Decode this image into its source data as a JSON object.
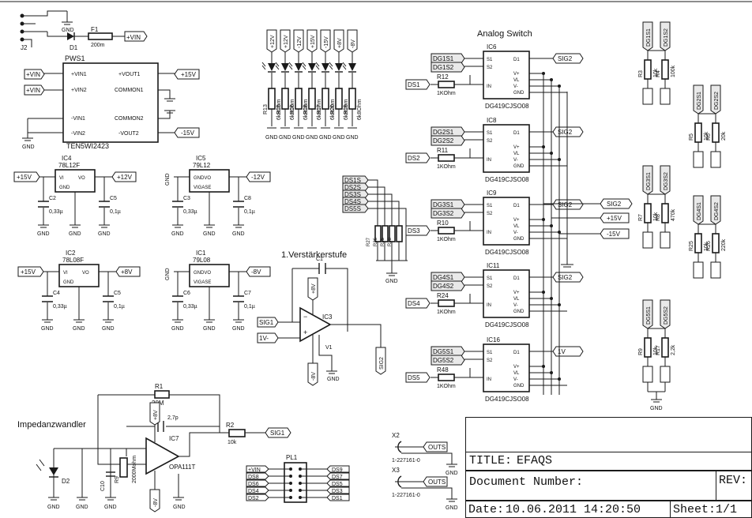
{
  "headings": {
    "analog_switch": "Analog Switch",
    "verstaerker": "1.Verstärkerstufe",
    "impedanz": "Impedanzwandler"
  },
  "title_block": {
    "title_label": "TITLE:",
    "title_value": "EFAQS",
    "docnum_label": "Document Number:",
    "rev_label": "REV:",
    "date_label": "Date:",
    "date_value": "10.06.2011 14:20:50",
    "sheet_label": "Sheet:",
    "sheet_value": "1/1"
  },
  "power": {
    "connector": "J2",
    "diode": "D1",
    "fuse": "F1",
    "fuse_value": "200m",
    "converter_ref": "PWS1",
    "converter_part": "TEN5WI2423",
    "conv_pins_left": [
      "+VIN1",
      "+VIN2",
      "-VIN1",
      "-VIN2"
    ],
    "conv_pins_right": [
      "+VOUT1",
      "COMMON1",
      "COMMON2",
      "-VOUT2"
    ],
    "in_flags": [
      "+VIN",
      "+VIN"
    ],
    "out_flags": [
      "+15V",
      "-15V"
    ],
    "vin_flag": "+VIN"
  },
  "regulators": [
    {
      "ref": "IC4",
      "part": "78L12F",
      "pins": [
        "VI",
        "VO",
        "GND"
      ],
      "in": "+15V",
      "out": "+12V",
      "c1": "C2",
      "c1v": "0,33µ",
      "c2": "C5",
      "c2v": "0,1µ"
    },
    {
      "ref": "IC5",
      "part": "79L12",
      "pins": [
        "GNDVO",
        "VIGASE"
      ],
      "in": "",
      "out": "-12V",
      "c1": "C3",
      "c1v": "0,33µ",
      "c2": "C8",
      "c2v": "0,1µ"
    },
    {
      "ref": "IC2",
      "part": "78L08F",
      "pins": [
        "VI",
        "VO",
        "GND"
      ],
      "in": "+15V",
      "out": "+8V",
      "c1": "C4",
      "c1v": "0,33µ",
      "c2": "C5",
      "c2v": "0,1µ"
    },
    {
      "ref": "IC1",
      "part": "79L08",
      "pins": [
        "GNDVO",
        "VIGASE"
      ],
      "in": "",
      "out": "-8V",
      "c1": "C6",
      "c1v": "0,33µ",
      "c2": "C7",
      "c2v": "0,1µ"
    }
  ],
  "leds": {
    "rails": [
      "+12V",
      "+12V",
      "-12V",
      "+15V",
      "-15V",
      "+8V",
      "-8V"
    ],
    "resistors": [
      "R13",
      "R15",
      "R16",
      "R18",
      "R17",
      "R20",
      "R19"
    ],
    "value": "6k8Ohm"
  },
  "switches": [
    {
      "ref": "IC6",
      "s1": "DG1S1",
      "s2": "DG1S2",
      "in": "DS1",
      "r": "R12",
      "out": "SIG2"
    },
    {
      "ref": "IC8",
      "s1": "DG2S1",
      "s2": "DG2S2",
      "in": "DS2",
      "r": "R11",
      "out": "SIG2"
    },
    {
      "ref": "IC9",
      "s1": "DG3S1",
      "s2": "DG3S2",
      "in": "DS3",
      "r": "R10",
      "out": "SIG2"
    },
    {
      "ref": "IC11",
      "s1": "DG4S1",
      "s2": "DG4S2",
      "in": "DS4",
      "r": "R24",
      "out": "SIG2"
    },
    {
      "ref": "IC16",
      "s1": "DG5S1",
      "s2": "DG5S2",
      "in": "DS5",
      "r": "R48",
      "out": "1V"
    }
  ],
  "switch_common": {
    "part": "DG419CJSO08",
    "pins_left": [
      "S1",
      "S2",
      "IN"
    ],
    "pins_right": [
      "D1",
      "V+",
      "VL",
      "V-",
      "GND"
    ],
    "r_value": "1KOhm"
  },
  "ds_bus": [
    "DS1S",
    "DS2S",
    "DS3S",
    "DS4S",
    "DS5S"
  ],
  "pullups": [
    "R27",
    "R26",
    "R25",
    "R28"
  ],
  "rail_flags": [
    "SIG2",
    "+15V",
    "-15V"
  ],
  "dividers": [
    {
      "s1": "DG1S1",
      "s2": "DG1S2",
      "r1": "R3",
      "r1v": "10k",
      "r2": "R4",
      "r2v": "100k"
    },
    {
      "s1": "DG2S1",
      "s2": "DG2S2",
      "r1": "R5",
      "r1v": "10k",
      "r2": "R6",
      "r2v": "20k"
    },
    {
      "s1": "DG3S1",
      "s2": "DG3S2",
      "r1": "R7",
      "r1v": "10k",
      "r2": "R8",
      "r2v": "470k"
    },
    {
      "s1": "DG4S1",
      "s2": "DG4S2",
      "r1": "R25",
      "r1v": "10k",
      "r2": "R26",
      "r2v": "220k"
    },
    {
      "s1": "DG5S1",
      "s2": "DG5S2",
      "r1": "R9",
      "r1v": "10k",
      "r2": "R17",
      "r2v": "2,2k"
    }
  ],
  "amp": {
    "ref": "IC3",
    "cap": "C1",
    "in_flag": "SIG1",
    "ref_flag": "1V-",
    "out_flag": "SIG2",
    "vplus": "+8V",
    "vminus": "-8V",
    "vref": "V1"
  },
  "impedance": {
    "ic": "IC7",
    "part": "OPA111T",
    "rf": "R1",
    "rf_v": "20M",
    "cf": "C1",
    "cf_v": "2,7p",
    "rout": "R2",
    "rout_v": "10k",
    "out_flag": "SIG1",
    "vplus": "+8V",
    "vminus": "-8V",
    "d2": "D2",
    "c_in": "C10",
    "r_in": "R9",
    "r_in_v": "2000Mohm"
  },
  "outputs": [
    {
      "ref": "X2",
      "part": "1-227161-0",
      "flag": "OUTS"
    },
    {
      "ref": "X3",
      "part": "1-227161-0",
      "flag": "OUTS"
    }
  ],
  "pinheader": {
    "ref": "PL1",
    "left": [
      "+VIN",
      "DS8",
      "DS6",
      "DS4",
      "DS2"
    ],
    "right": [
      "DS9",
      "DS7",
      "DS5",
      "DS3",
      "DS1"
    ]
  },
  "gnd_label": "GND"
}
